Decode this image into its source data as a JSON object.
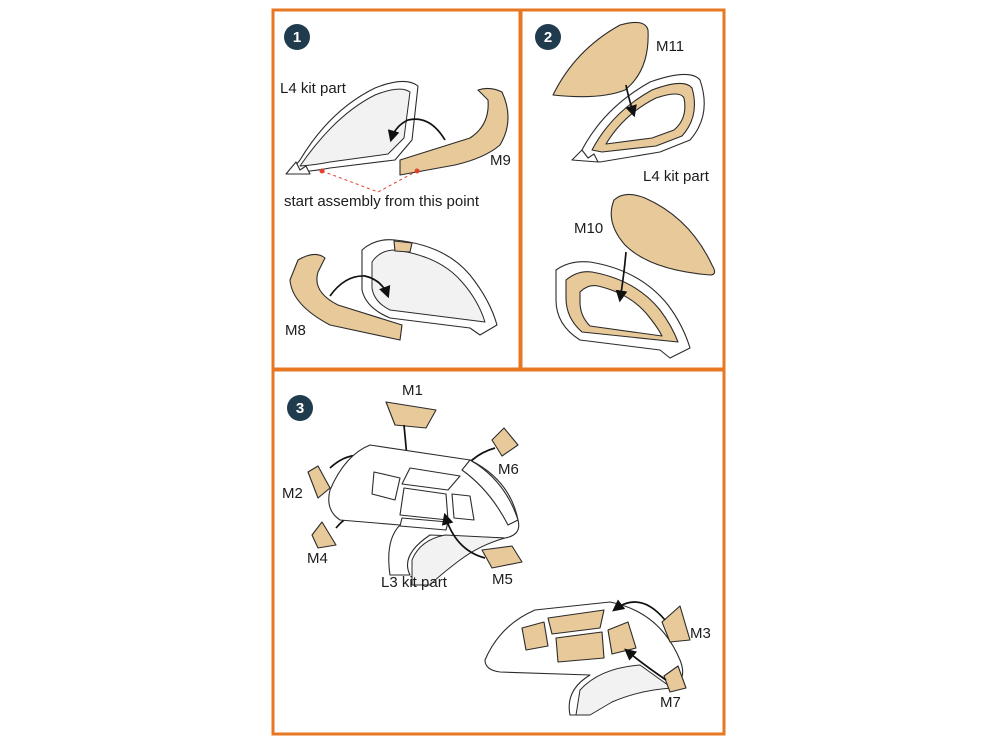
{
  "colors": {
    "frame": "#e87722",
    "badge": "#1f3b4d",
    "mask_part": "#e8c99a",
    "start_point": "#e0412b"
  },
  "steps": [
    {
      "number": "1",
      "labels": {
        "kit_part": "L4 kit part",
        "mask_right": "M9",
        "mask_left": "M8",
        "note": "start assembly from this point"
      }
    },
    {
      "number": "2",
      "labels": {
        "mask_top": "M11",
        "kit_part": "L4 kit part",
        "mask_bottom": "M10"
      }
    },
    {
      "number": "3",
      "labels": {
        "m1": "M1",
        "m2": "M2",
        "m6": "M6",
        "m4": "M4",
        "m5": "M5",
        "kit_part": "L3 kit part",
        "m3": "M3",
        "m7": "M7"
      }
    }
  ]
}
